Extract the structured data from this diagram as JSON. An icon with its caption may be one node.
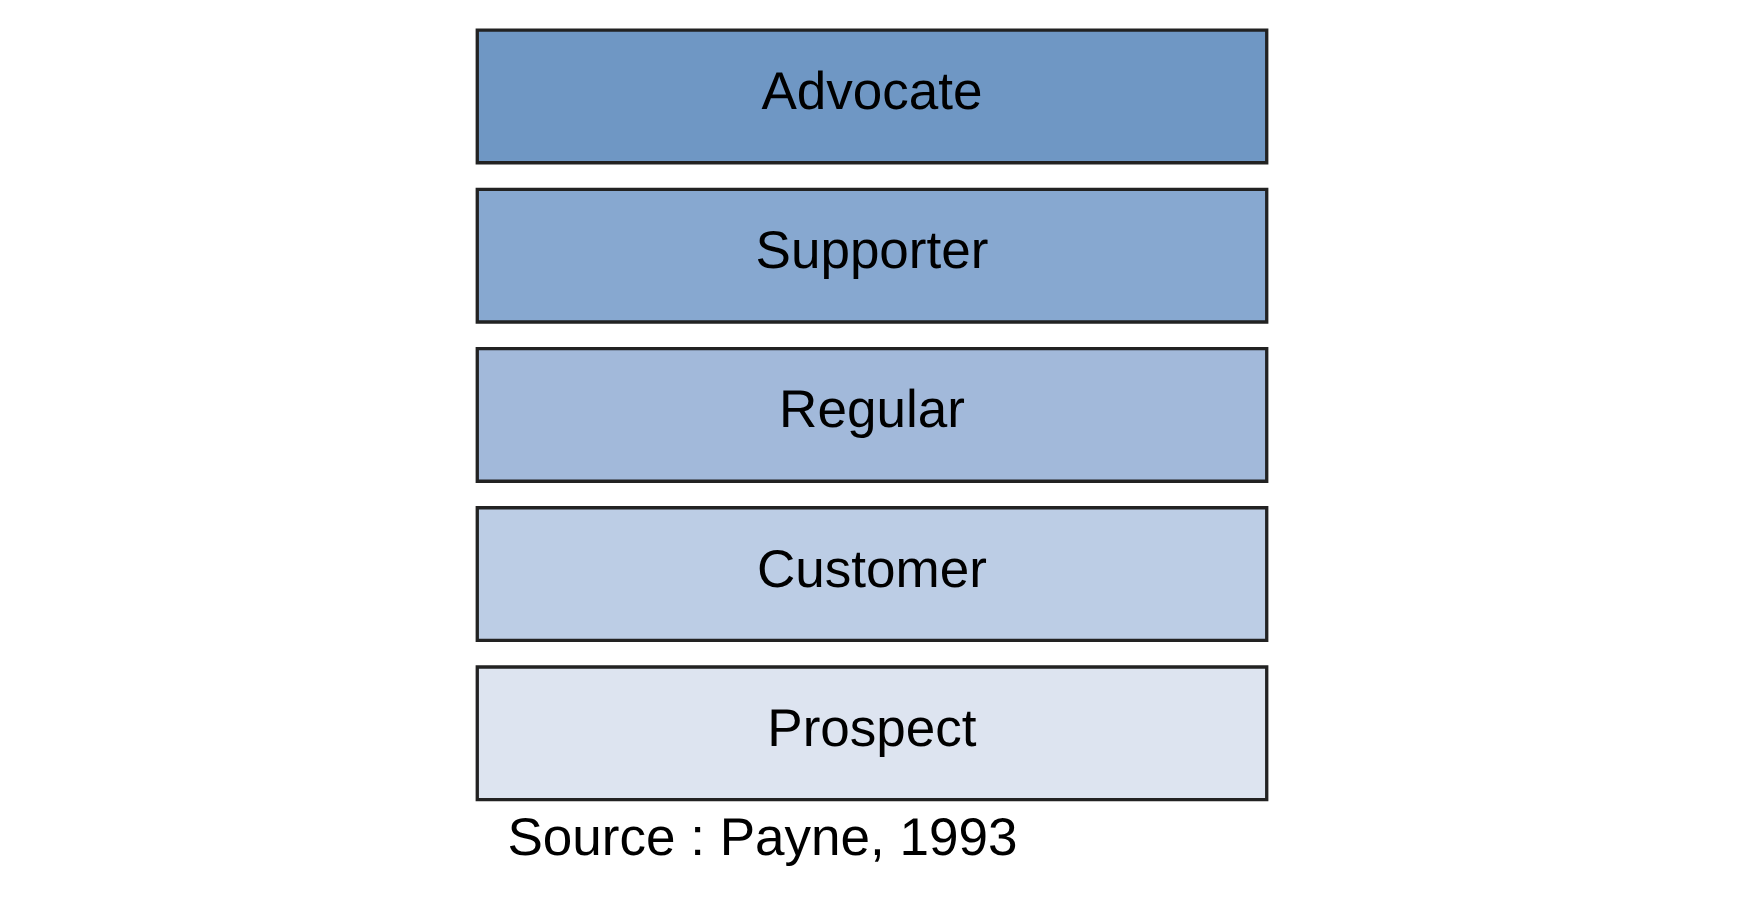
{
  "diagram": {
    "caption": "Source : Payne, 1993",
    "nodes": [
      {
        "text": [
          "Advocate"
        ]
      },
      {
        "text": [
          "Supporter"
        ]
      },
      {
        "text": [
          "Regular"
        ]
      },
      {
        "text": [
          "Customer"
        ]
      },
      {
        "text": [
          "Prospect"
        ]
      }
    ],
    "edges": []
  }
}
